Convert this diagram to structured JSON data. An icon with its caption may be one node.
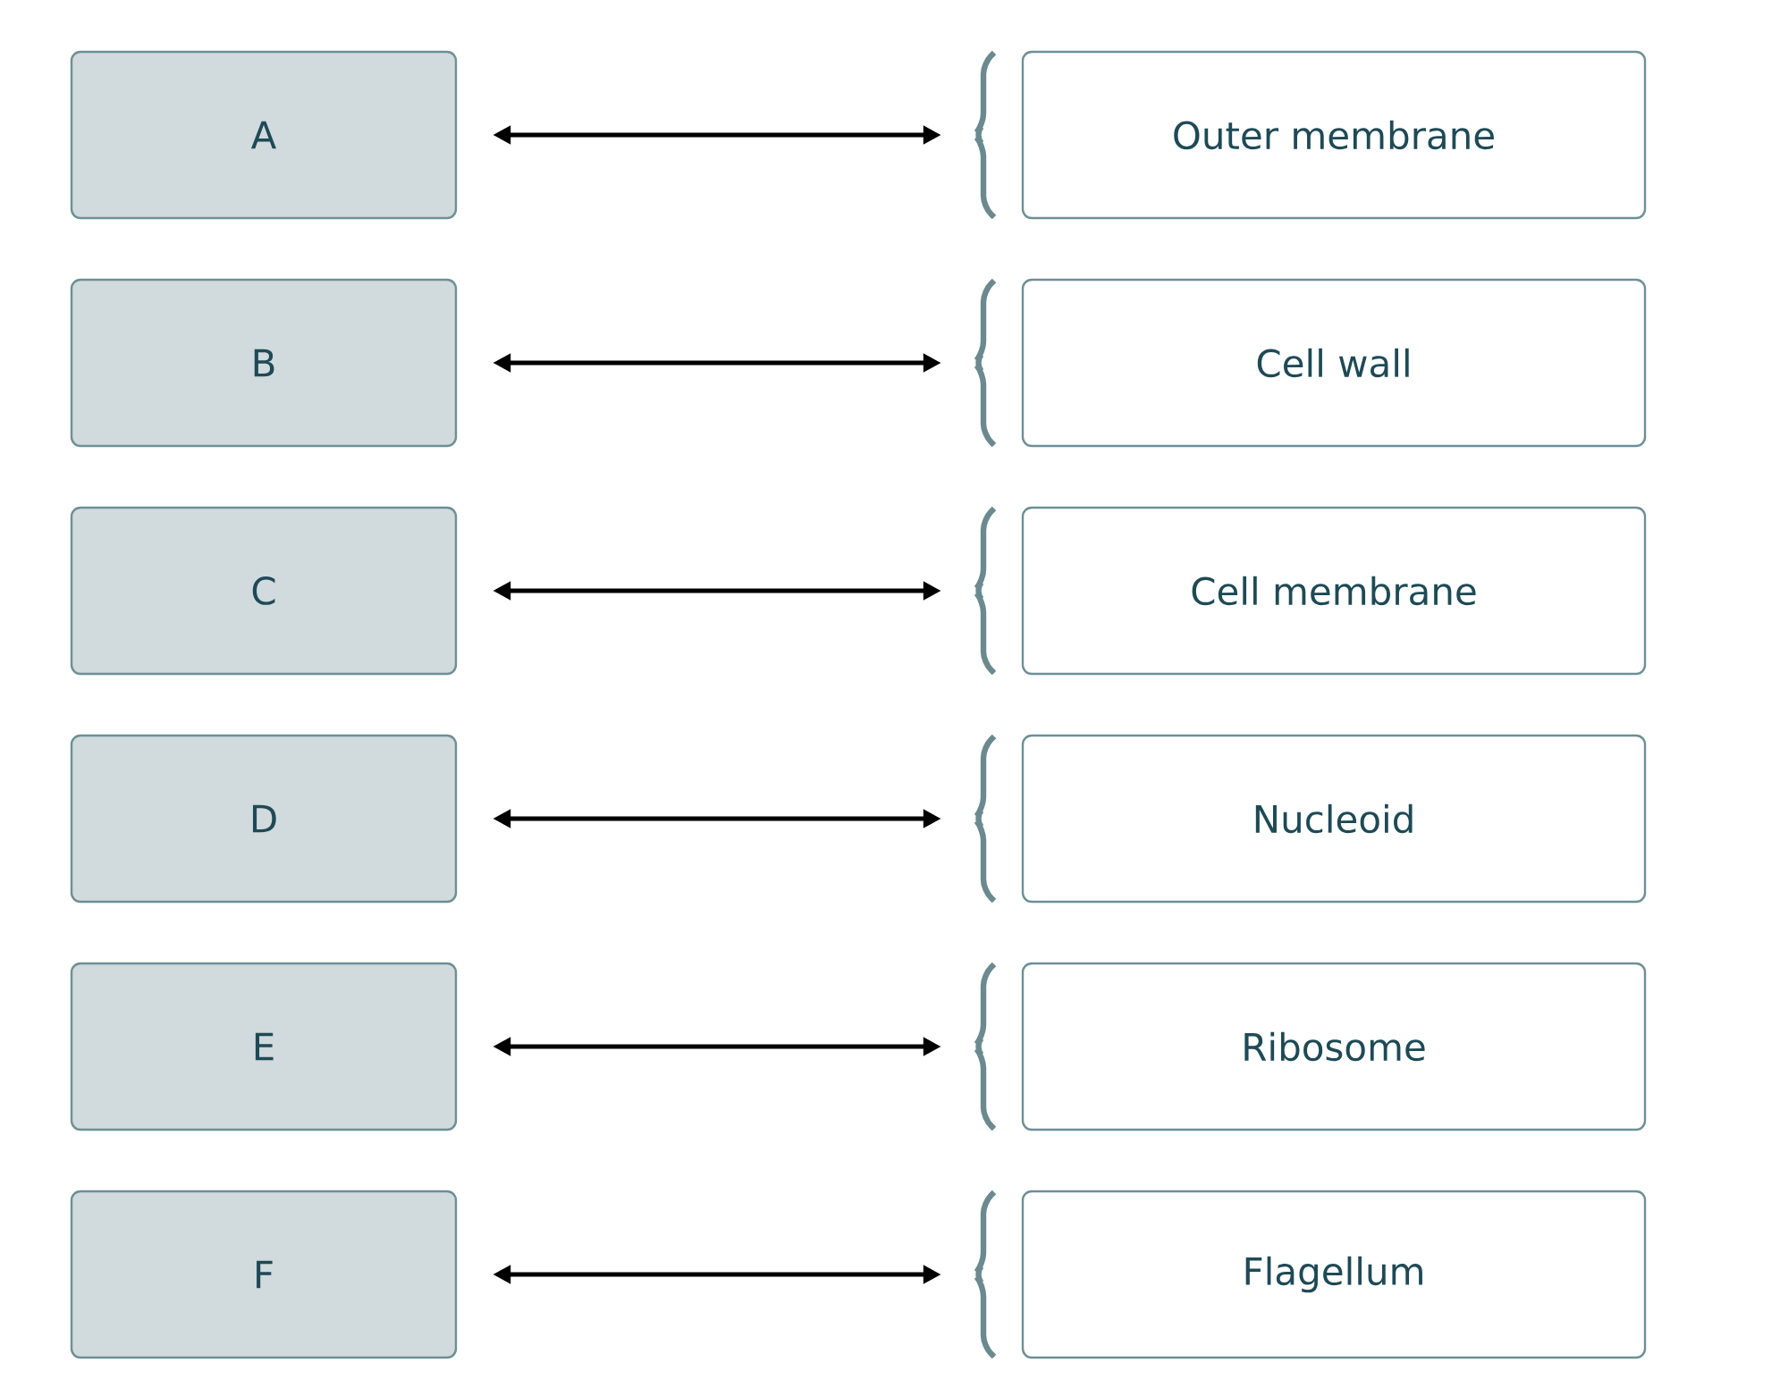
{
  "diagram": {
    "nodes": [
      {
        "text": [
          "A"
        ]
      },
      {
        "text": [
          "Outer membrane"
        ]
      },
      {
        "text": [
          "B"
        ]
      },
      {
        "text": [
          "Cell wall"
        ]
      },
      {
        "text": [
          "C"
        ]
      },
      {
        "text": [
          "Cell membrane"
        ]
      },
      {
        "text": [
          "D"
        ]
      },
      {
        "text": [
          "Nucleoid"
        ]
      },
      {
        "text": [
          "E"
        ]
      },
      {
        "text": [
          "Ribosome"
        ]
      },
      {
        "text": [
          "F"
        ]
      },
      {
        "text": [
          "Flagellum"
        ]
      }
    ],
    "edges": [
      {
        "from": 0,
        "to": 1,
        "arrow": "both"
      },
      {
        "from": 2,
        "to": 3,
        "arrow": "both"
      },
      {
        "from": 4,
        "to": 5,
        "arrow": "both"
      },
      {
        "from": 6,
        "to": 7,
        "arrow": "both"
      },
      {
        "from": 8,
        "to": 9,
        "arrow": "both"
      },
      {
        "from": 10,
        "to": 11,
        "arrow": "both"
      }
    ]
  }
}
